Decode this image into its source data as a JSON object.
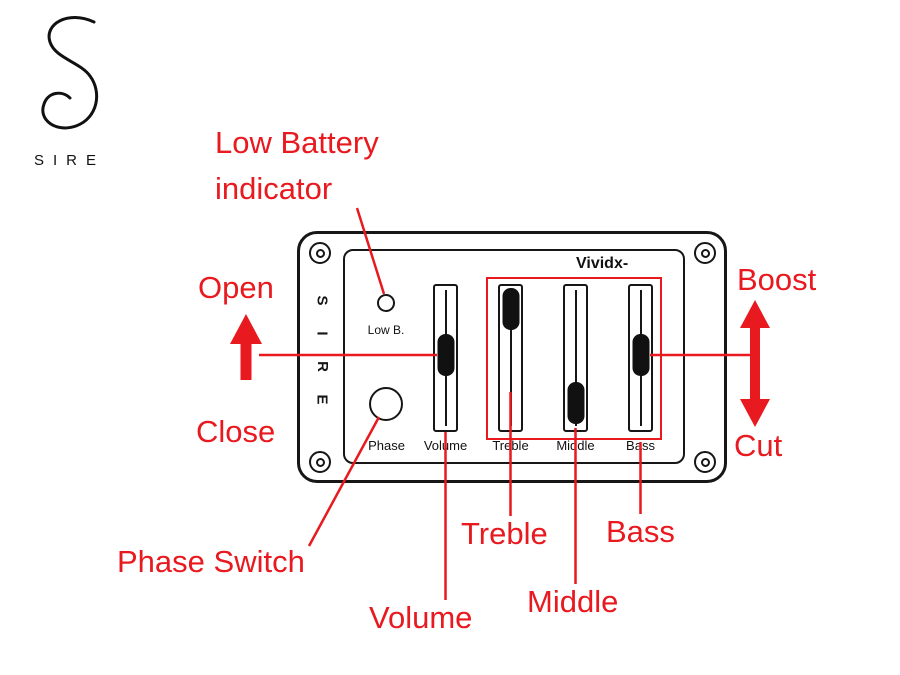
{
  "brand": {
    "wordmark": "SIRE"
  },
  "panel": {
    "model": "Vividx-",
    "vertical_text": [
      "S",
      "I",
      "R",
      "E"
    ],
    "low_battery_led_label": "Low B.",
    "phase_button_label": "Phase",
    "slider_labels": [
      "Volume",
      "Treble",
      "Middle",
      "Bass"
    ]
  },
  "annotations": {
    "low_battery_line1": "Low Battery",
    "low_battery_line2": "indicator",
    "open": "Open",
    "close": "Close",
    "boost": "Boost",
    "cut": "Cut",
    "phase_switch": "Phase Switch",
    "volume": "Volume",
    "treble": "Treble",
    "middle": "Middle",
    "bass": "Bass"
  },
  "colors": {
    "annotation_red": "#e8191f",
    "line_black": "#161616"
  }
}
